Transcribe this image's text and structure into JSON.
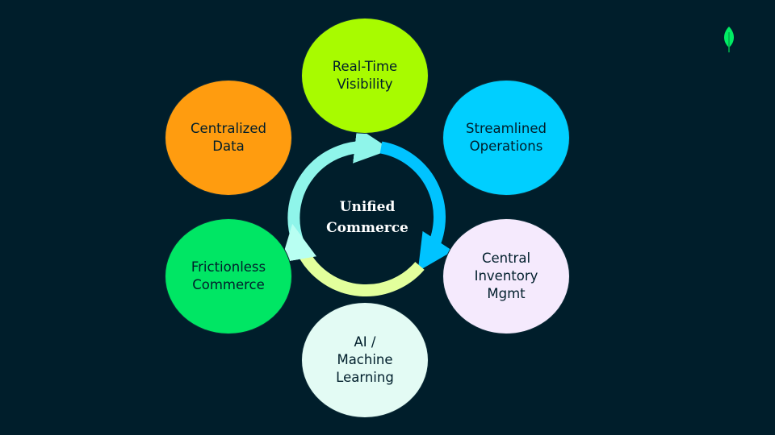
{
  "diagram": {
    "center": {
      "label": "Unified\nCommerce",
      "colors": {
        "cycle_top": "#8ff5ea",
        "cycle_right": "#00c3ff",
        "cycle_bottom": "#e2ff9c",
        "cycle_left": "#b8fff2"
      }
    },
    "nodes": [
      {
        "id": "realtime",
        "label": "Real-Time\nVisibility",
        "color": "#a8fb00"
      },
      {
        "id": "streamlined",
        "label": "Streamlined\nOperations",
        "color": "#00cfff"
      },
      {
        "id": "inventory",
        "label": "Central\nInventory\nMgmt",
        "color": "#f5eafd"
      },
      {
        "id": "ai",
        "label": "AI /\nMachine\nLearning",
        "color": "#e3fbf4"
      },
      {
        "id": "frictionless",
        "label": "Frictionless\nCommerce",
        "color": "#00e664"
      },
      {
        "id": "centralized",
        "label": "Centralized\nData",
        "color": "#ff9c0f"
      }
    ]
  },
  "brand": {
    "logo_icon": "leaf-icon",
    "logo_color": "#00ed64"
  }
}
